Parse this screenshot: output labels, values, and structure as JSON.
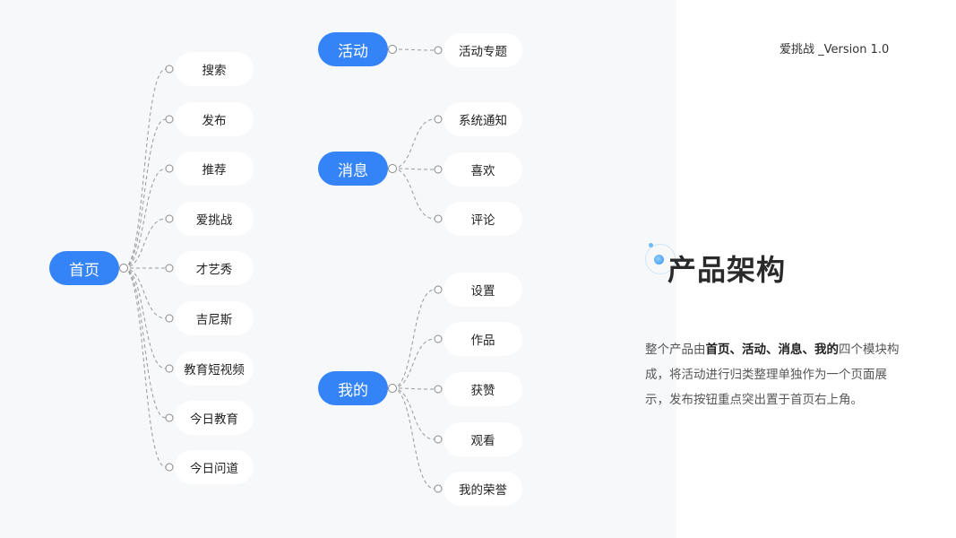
{
  "version": "爱挑战 _Version 1.0",
  "title": "产品架构",
  "description": {
    "p1": "整个产品由",
    "b1": "首页、活动、消息、我的",
    "p2": "四个模块构成，将活动进行归类整理单独作为一个页面展示，发布按钮重点突出置于首页右上角。"
  },
  "trees": [
    {
      "root": "首页",
      "children": [
        "搜索",
        "发布",
        "推荐",
        "爱挑战",
        "才艺秀",
        "吉尼斯",
        "教育短视频",
        "今日教育",
        "今日问道"
      ]
    },
    {
      "root": "活动",
      "children": [
        "活动专题"
      ]
    },
    {
      "root": "消息",
      "children": [
        "系统通知",
        "喜欢",
        "评论"
      ]
    },
    {
      "root": "我的",
      "children": [
        "设置",
        "作品",
        "获赞",
        "观看",
        "我的荣誉"
      ]
    }
  ],
  "colors": {
    "accent": "#3584f7"
  }
}
